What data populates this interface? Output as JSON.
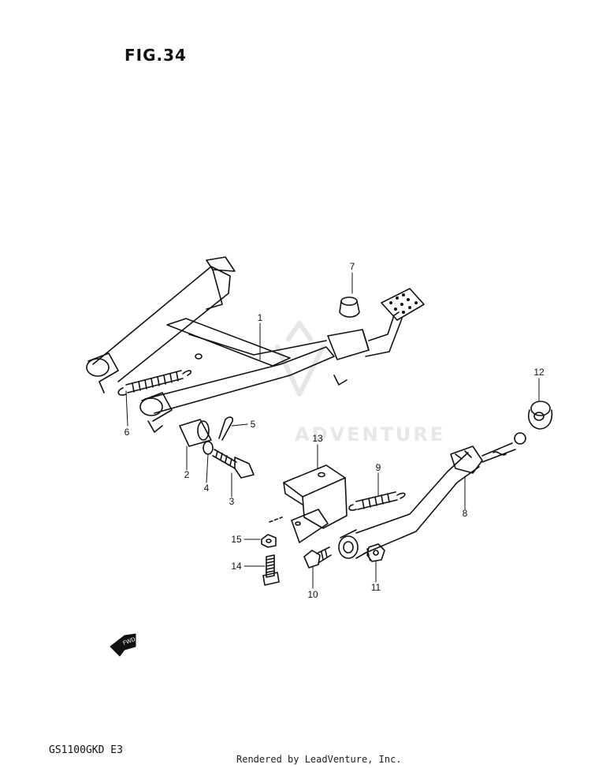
{
  "figure": {
    "title": "FIG.34",
    "model_code": "GS1100GKD E3",
    "credit": "Rendered by LeadVenture, Inc."
  },
  "watermark": {
    "text": "ADVENTURE"
  },
  "fwd_badge": {
    "label": "FWD"
  },
  "callouts": {
    "c1": "1",
    "c2": "2",
    "c3": "3",
    "c4": "4",
    "c5": "5",
    "c6": "6",
    "c7": "7",
    "c8": "8",
    "c9": "9",
    "c10": "10",
    "c11": "11",
    "c12": "12",
    "c13": "13",
    "c14": "14",
    "c15": "15"
  }
}
